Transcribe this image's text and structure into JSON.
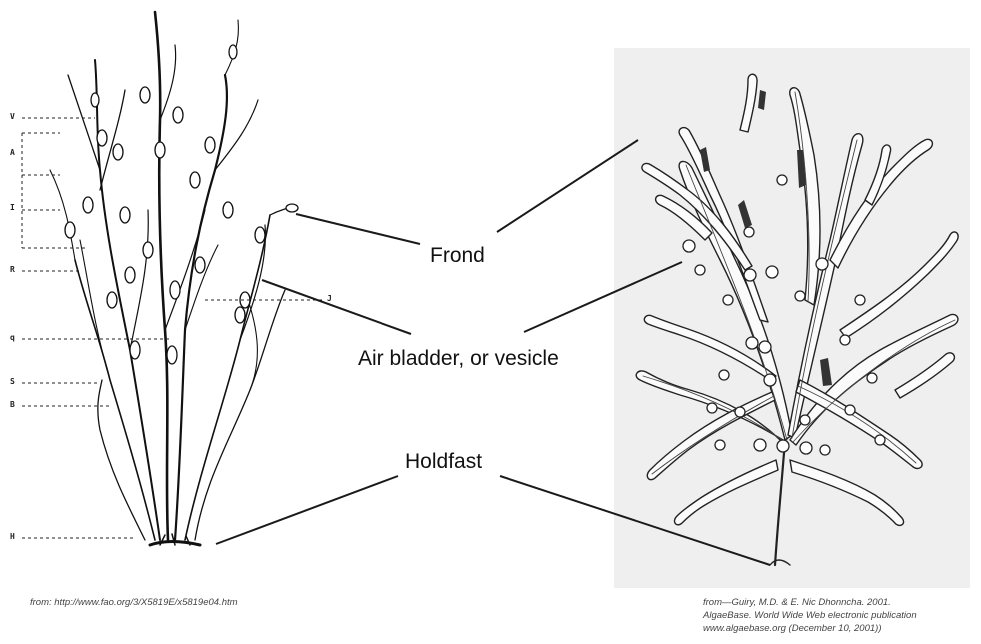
{
  "labels": {
    "frond": "Frond",
    "air_bladder": "Air bladder, or vesicle",
    "holdfast": "Holdfast"
  },
  "left_figure": {
    "ticks": [
      "V",
      "A",
      "I",
      "R",
      "q",
      "S",
      "B",
      "H",
      "J"
    ],
    "source": "from: http://www.fao.org/3/X5819E/x5819e04.htm"
  },
  "right_figure": {
    "source_lines": [
      "from—Guiry, M.D. & E. Nic Dhonncha. 2001.",
      "AlgaeBase. World Wide Web electronic publication",
      "www.algaebase.org (December 10, 2001))"
    ]
  },
  "colors": {
    "ink": "#111111",
    "panel": "#efefef",
    "leader": "#1a1a1a"
  }
}
